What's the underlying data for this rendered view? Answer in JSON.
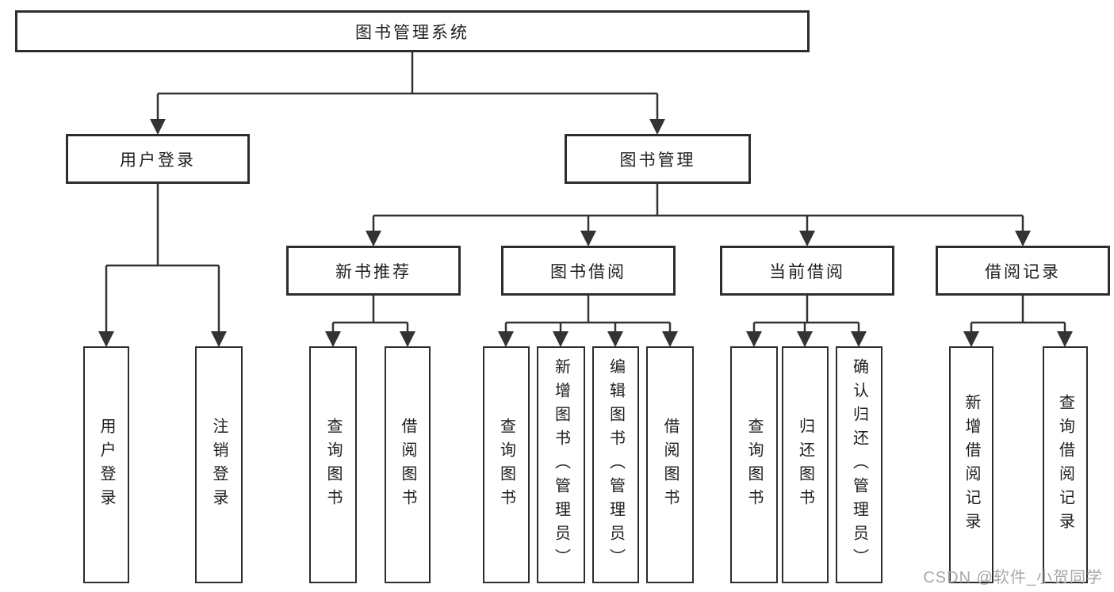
{
  "diagram": {
    "root": {
      "label": "图书管理系统"
    },
    "branches": [
      {
        "label": "用户登录",
        "children": [
          {
            "label": "用户登录"
          },
          {
            "label": "注销登录"
          }
        ]
      },
      {
        "label": "图书管理",
        "children": [
          {
            "label": "新书推荐",
            "children": [
              {
                "label": "查询图书"
              },
              {
                "label": "借阅图书"
              }
            ]
          },
          {
            "label": "图书借阅",
            "children": [
              {
                "label": "查询图书"
              },
              {
                "label": "新增图书（管理员）"
              },
              {
                "label": "编辑图书（管理员）"
              },
              {
                "label": "借阅图书"
              }
            ]
          },
          {
            "label": "当前借阅",
            "children": [
              {
                "label": "查询图书"
              },
              {
                "label": "归还图书"
              },
              {
                "label": "确认归还（管理员）"
              }
            ]
          },
          {
            "label": "借阅记录",
            "children": [
              {
                "label": "新增借阅记录"
              },
              {
                "label": "查询借阅记录"
              }
            ]
          }
        ]
      }
    ]
  },
  "watermark": {
    "text": "CSDN @软件_小贺同学"
  },
  "colors": {
    "line": "#333333",
    "box_border": "#2d2d2d",
    "text": "#1e1e1e",
    "background": "#ffffff",
    "watermark": "#a8a8a8"
  }
}
